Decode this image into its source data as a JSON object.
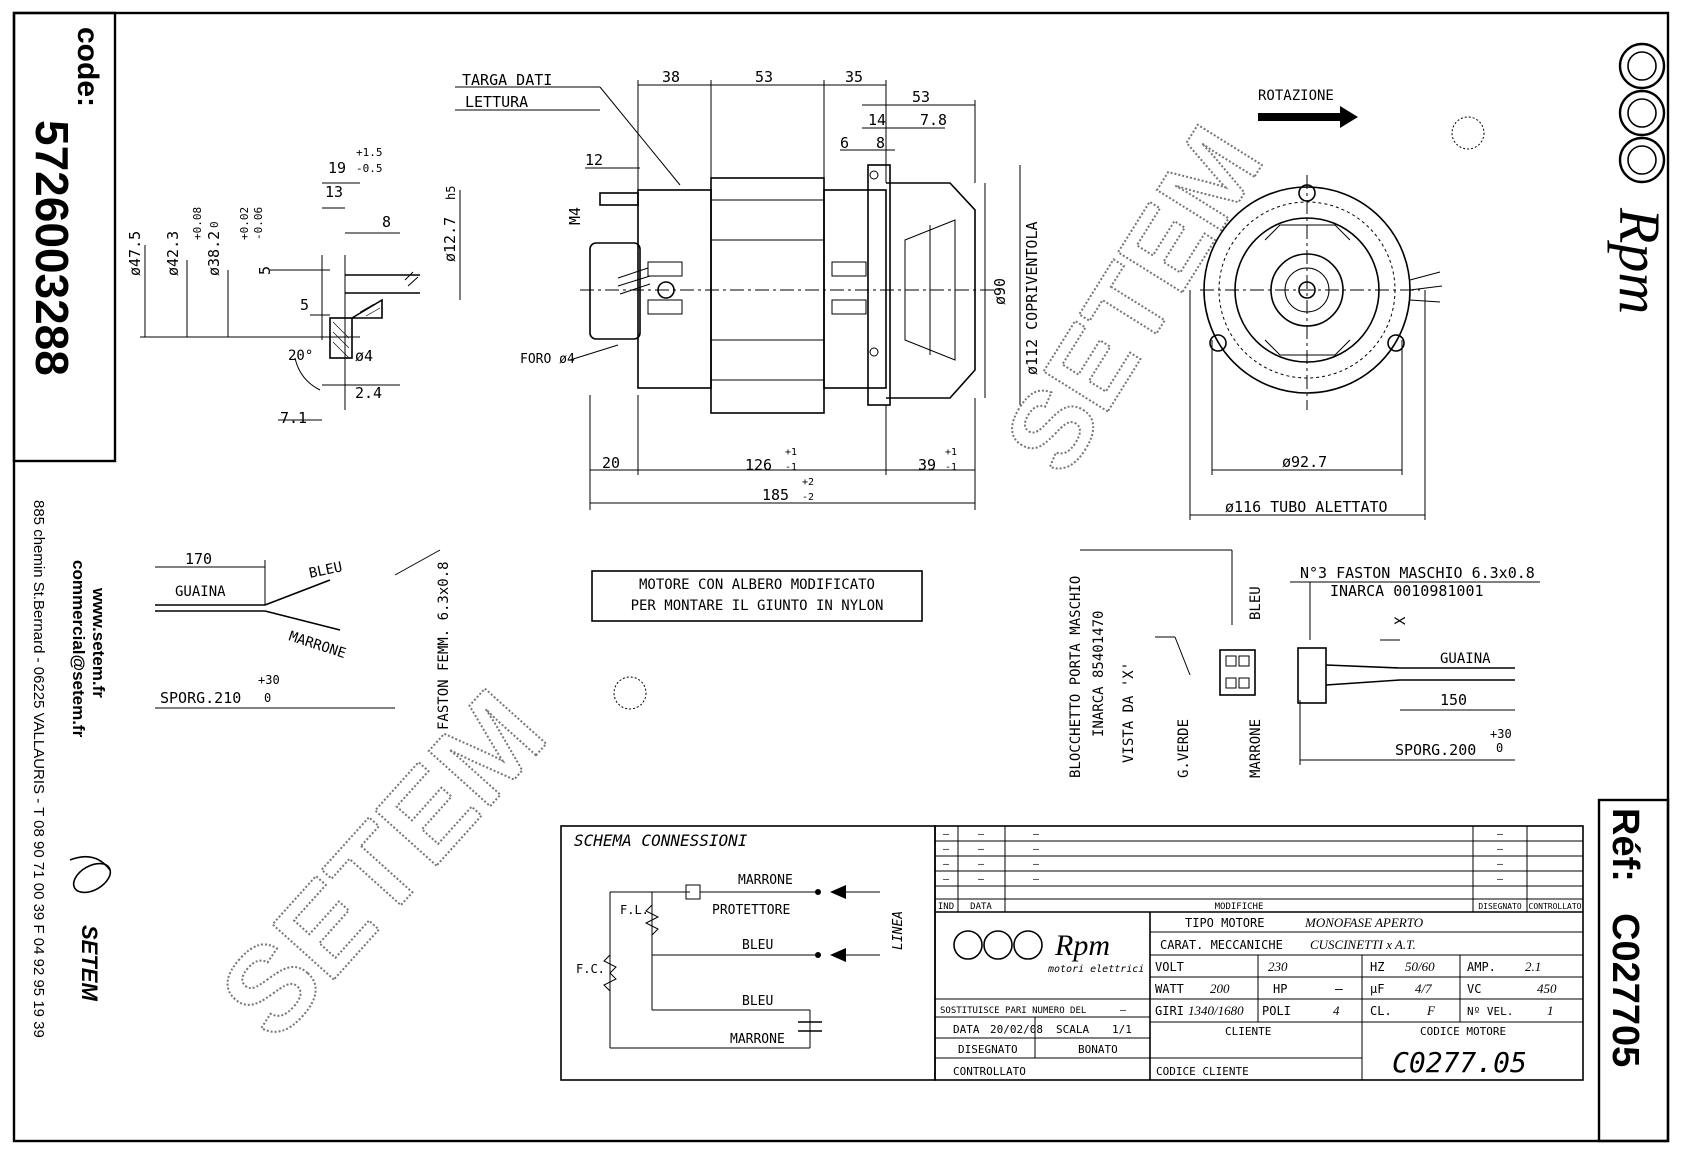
{
  "side_block": {
    "code_label": "code:",
    "code_value": "5726003288",
    "website": "www.setem.fr",
    "email": "commercial@setem.fr",
    "address": "885 chemin St.Bernard  -  06225 VALLAURIS  -  T 08 90 71 00 39  F 04 92 95 19 39",
    "setem_logo": "SETEM"
  },
  "brand": {
    "logo_letters": "Rpm",
    "ref_label": "Réf:",
    "ref_value": "C027705"
  },
  "shaft_detail": {
    "dims": [
      "ø47.5",
      "ø42.3",
      "ø38.2",
      "+0.08",
      "0",
      "+0.02",
      "-0.06",
      "5",
      "13",
      "19",
      "+1.5",
      "-0.5",
      "8",
      "ø12.7",
      "h5",
      "5",
      "ø4",
      "2.4",
      "7.1",
      "20°"
    ]
  },
  "side_view": {
    "labels": {
      "targa": "TARGA DATI",
      "lettura": "LETTURA",
      "foro": "FORO ø4",
      "m4": "M4",
      "twelve": "12"
    },
    "top_dims": [
      "38",
      "53",
      "35",
      "53",
      "14",
      "7.8",
      "6",
      "8"
    ],
    "bottom_dims": {
      "d20": "20",
      "d126": "126",
      "d126_tol_up": "+1",
      "d126_tol_dn": "-1",
      "d39": "39",
      "d39_tol_up": "+1",
      "d39_tol_dn": "-1",
      "d185": "185",
      "d185_tol_up": "+2",
      "d185_tol_dn": "-2"
    },
    "vertical_dims": {
      "d90": "ø90",
      "d112": "ø112 COPRIVENTOLA"
    }
  },
  "front_view": {
    "rotation": "ROTAZIONE",
    "d92": "ø92.7",
    "d116": "ø116 TUBO ALETTATO"
  },
  "cable_left": {
    "len": "170",
    "guaina": "GUAINA",
    "bleu": "BLEU",
    "marrone": "MARRONE",
    "faston": "FASTON FEMM. 6.3x0.8",
    "sporg": "SPORG.210",
    "sporg_tol_up": "+30",
    "sporg_tol_dn": "0"
  },
  "note": {
    "line1": "MOTORE CON ALBERO MODIFICATO",
    "line2": "PER MONTARE IL GIUNTO IN NYLON"
  },
  "connector": {
    "blocchetto": "BLOCCHETTO PORTA MASCHIO",
    "inarca_left": "INARCA 85401470",
    "vista": "VISTA DA 'X'",
    "gverde": "G.VERDE",
    "bleu": "BLEU",
    "marrone": "MARRONE",
    "fastons": "N°3 FASTON MASCHIO 6.3x0.8",
    "inarca_right": "INARCA 0010981001",
    "x": "X",
    "guaina": "GUAINA",
    "len": "150",
    "sporg": "SPORG.200",
    "sporg_tol_up": "+30",
    "sporg_tol_dn": "0"
  },
  "schema": {
    "title": "SCHEMA CONNESSIONI",
    "fl": "F.L.",
    "fc": "F.C.",
    "marrone_top": "MARRONE",
    "protettore": "PROTETTORE",
    "bleu_mid": "BLEU",
    "linea": "LINEA",
    "bleu_cap": "BLEU",
    "marrone_cap": "MARRONE"
  },
  "title_block": {
    "rev_header": {
      "ind": "IND",
      "data": "DATA",
      "modifiche": "MODIFICHE",
      "disegnato": "DISEGNATO",
      "controllato": "CONTROLLATO"
    },
    "rev_dash": "–",
    "tipo_motore_label": "TIPO MOTORE",
    "tipo_motore": "MONOFASE APERTO",
    "carat_label": "CARAT. MECCANICHE",
    "carat": "CUSCINETTI x A.T.",
    "volt_label": "VOLT",
    "volt": "230",
    "hz_label": "HZ",
    "hz": "50/60",
    "amp_label": "AMP.",
    "amp": "2.1",
    "watt_label": "WATT",
    "watt": "200",
    "hp_label": "HP",
    "hp": "–",
    "uf_label": "µF",
    "uf": "4/7",
    "vc_label": "VC",
    "vc": "450",
    "giri_label": "GIRI",
    "giri": "1340/1680",
    "poli_label": "POLI",
    "poli": "4",
    "cl_label": "CL.",
    "cl": "F",
    "nvel_label": "Nº VEL.",
    "nvel": "1",
    "sostituisce": "SOSTITUISCE PARI NUMERO DEL",
    "sostituisce_val": "–",
    "data_label": "DATA",
    "data": "20/02/08",
    "scala_label": "SCALA",
    "scala": "1/1",
    "disegnato_label": "DISEGNATO",
    "disegnato": "BONATO",
    "controllato_label": "CONTROLLATO",
    "cliente_label": "CLIENTE",
    "codice_cliente_label": "CODICE CLIENTE",
    "codice_motore_label": "CODICE MOTORE",
    "codice_motore": "C0277.05",
    "logo_sub": "motori elettrici",
    "logo": "Rpm"
  },
  "watermarks": [
    "SETEM",
    "SETEM"
  ]
}
